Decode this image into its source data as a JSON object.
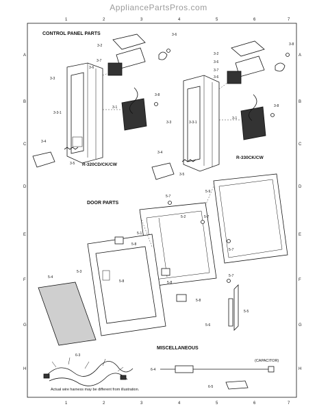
{
  "watermark": "AppliancePartsPros.com",
  "sections": {
    "control_panel": "CONTROL PANEL PARTS",
    "door": "DOOR PARTS",
    "misc": "MISCELLANEOUS"
  },
  "models": {
    "left": "R-320CD/CK/CW",
    "right": "R-330CK/CW"
  },
  "notes": {
    "capacitor": "(CAPACITOR)",
    "harness": "Actual wire harness may be different from illustration."
  },
  "grid": {
    "rows": [
      "A",
      "B",
      "C",
      "D",
      "E",
      "F",
      "G",
      "H"
    ],
    "cols": [
      "1",
      "2",
      "3",
      "4",
      "5",
      "6",
      "7"
    ]
  },
  "callouts": {
    "l_3_2": "3-2",
    "l_3_6a": "3-6",
    "l_3_7": "3-7",
    "l_3_6b": "3-6",
    "l_3_3": "3-3",
    "l_3_8": "3-8",
    "l_3_1": "3-1",
    "l_3_3_1": "3-3-1",
    "l_3_4": "3-4",
    "l_3_5": "3-5",
    "r_3_8a": "3-8",
    "r_3_2": "3-2",
    "r_3_6a": "3-6",
    "r_3_7": "3-7",
    "r_3_6b": "3-6",
    "r_3_3": "3-3",
    "r_3_3_1": "3-3-1",
    "r_3_1": "3-1",
    "r_3_8b": "3-8",
    "r_3_4": "3-4",
    "r_3_5": "3-5",
    "d_5_7a": "5-7",
    "d_5_9": "5-9",
    "d_5_2": "5-2",
    "d_5_7b": "5-7",
    "d_5_1": "5-1",
    "d_5_8a": "5-8",
    "d_5_3": "5-3",
    "d_5_7c": "5-7",
    "d_5_4": "5-4",
    "d_5_8b": "5-8",
    "d_5_8c": "5-8",
    "d_5_7d": "5-7",
    "d_5_8d": "5-8",
    "d_5_5": "5-5",
    "d_5_6": "5-6",
    "m_6_3": "6-3",
    "m_6_4": "6-4",
    "m_6_5": "6-5"
  }
}
